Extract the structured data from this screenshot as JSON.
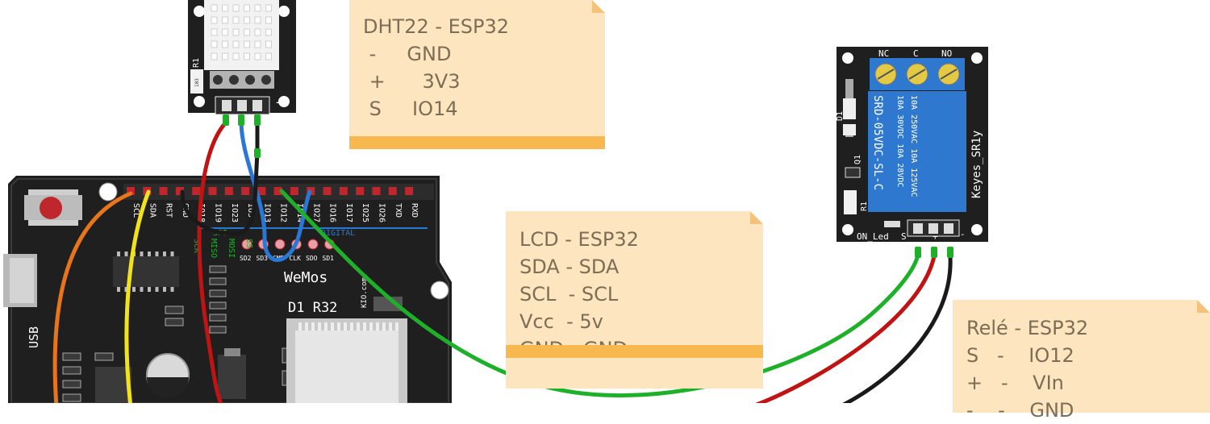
{
  "notes": {
    "dht": {
      "title": "DHT22 - ESP32",
      "lines": [
        " -     GND",
        " +      3V3",
        " S     IO14"
      ]
    },
    "lcd": {
      "title": "LCD - ESP32",
      "lines": [
        "SDA - SDA",
        "SCL  - SCL",
        "Vcc  - 5v",
        "GND - GND"
      ]
    },
    "rele": {
      "title": "Relé - ESP32",
      "lines": [
        "S   -    IO12",
        "+   -    VIn",
        "-    -    GND"
      ]
    }
  },
  "board": {
    "name": "WeMos",
    "model": "D1 R32",
    "usb": "USB",
    "domain": "KIO.com",
    "header_pins": [
      "SCL",
      "SDA",
      "RST",
      "GND",
      "IO18",
      "IO19",
      "IO23",
      "IO5",
      "IO13",
      "IO12",
      "IO14",
      "IO27",
      "IO16",
      "IO17",
      "IO25",
      "IO26",
      "TXD",
      "RXD"
    ],
    "spi_label": "SPI",
    "digital_label": "DIGITAL",
    "flash_pins": [
      "SD2",
      "SD3",
      "CMD",
      "CLK",
      "SDO",
      "SD1"
    ],
    "side_labels": [
      "SCK",
      "MISO",
      "MOSI",
      "SS"
    ]
  },
  "dht_module": {
    "resistor_label": "R1",
    "resistor_code": "103",
    "plus_sign": "+",
    "minus_sign": "-"
  },
  "relay_module": {
    "terminal_labels": [
      "NC",
      "C",
      "NO"
    ],
    "relay_lines": [
      "10A 250VAC  10A 125VAC",
      "10A  30VDC  10A  28VDC"
    ],
    "model": "SRD-05VDC-SL-C",
    "brand": "Keyes_SR1y",
    "led_label": "ON_Led",
    "pin_labels": [
      "S",
      "+",
      "-"
    ],
    "d1_label": "D1",
    "q1_label": "Q1",
    "r1_label": "R1"
  },
  "wire_colors": {
    "green": "#1fb02a",
    "red": "#c01414",
    "blue": "#2a78d6",
    "black": "#1a1a1a",
    "orange": "#e8741c",
    "yellow": "#f2e21b"
  }
}
